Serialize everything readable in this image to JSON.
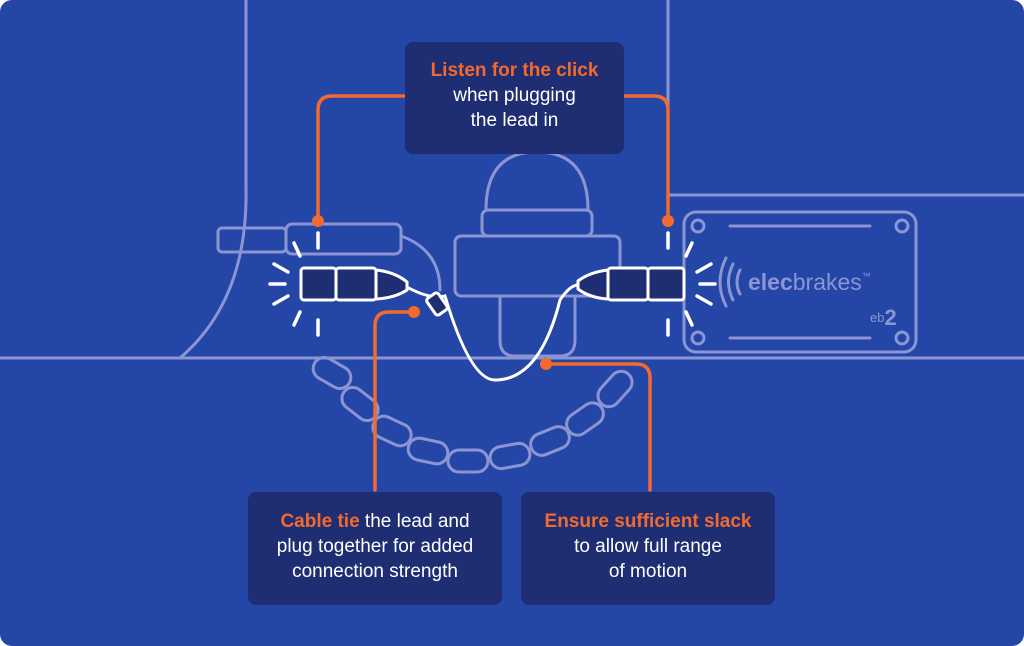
{
  "colors": {
    "background": "#2446a6",
    "outline": "#8b95d3",
    "callout_bg": "#1f2d73",
    "accent": "#f26a2e",
    "plug": "#1f2d73",
    "cable": "#ffffff"
  },
  "callouts": {
    "click": {
      "highlight": "Listen for the click",
      "line2": "when plugging",
      "line3": "the lead in"
    },
    "tie": {
      "highlight": "Cable tie",
      "rest1": " the lead and",
      "line2": "plug together for added",
      "line3": "connection strength"
    },
    "slack": {
      "highlight": "Ensure sufficient slack",
      "line2": "to allow full range",
      "line3": "of motion"
    }
  },
  "device": {
    "brand_prefix": "elec",
    "brand_suffix": "brakes",
    "trademark": "™",
    "model_prefix": "eb",
    "model_number": "2"
  },
  "icons": [
    "signal-waves-icon",
    "click-burst-icon"
  ]
}
